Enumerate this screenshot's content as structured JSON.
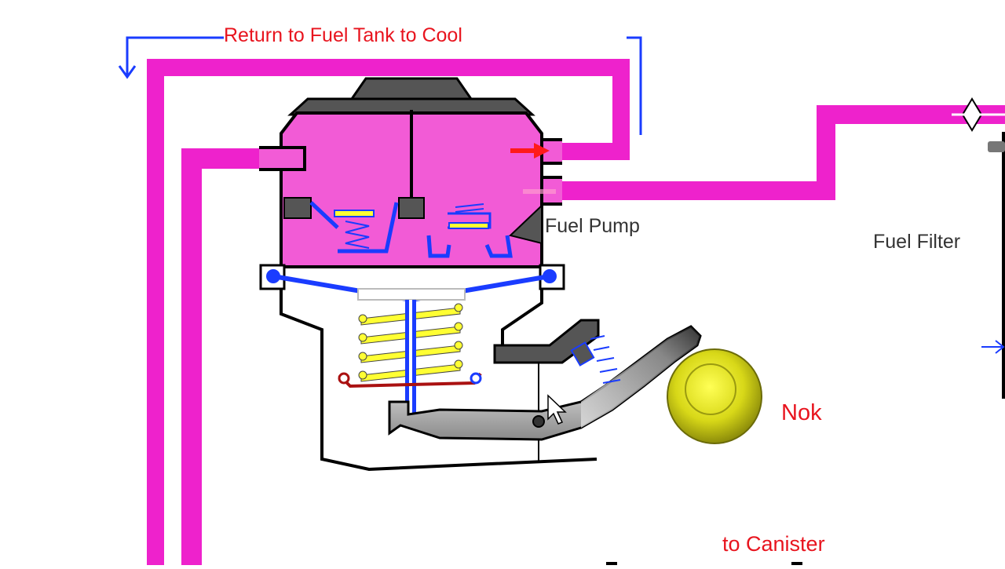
{
  "labels": {
    "return_to_tank": "Return to Fuel Tank to Cool",
    "fuel_pump": "Fuel Pump",
    "fuel_filter": "Fuel Filter",
    "nok": "Nok",
    "to_canister": "to Canister"
  },
  "colors": {
    "fuel_line": "#ee22cc",
    "pump_chamber": "#f25bd6",
    "diaphragm": "#1a3cff",
    "spring": "#ffff33",
    "flow_arrow_red": "#ff1a1a",
    "label_red": "#e8141e",
    "label_dark": "#333333",
    "body_gray": "#555555",
    "cam_lobe": "#d4d414",
    "outline": "#000000"
  },
  "icons": [
    "flow-arrow-icon",
    "cursor-pointer-icon",
    "return-arrow-icon"
  ]
}
